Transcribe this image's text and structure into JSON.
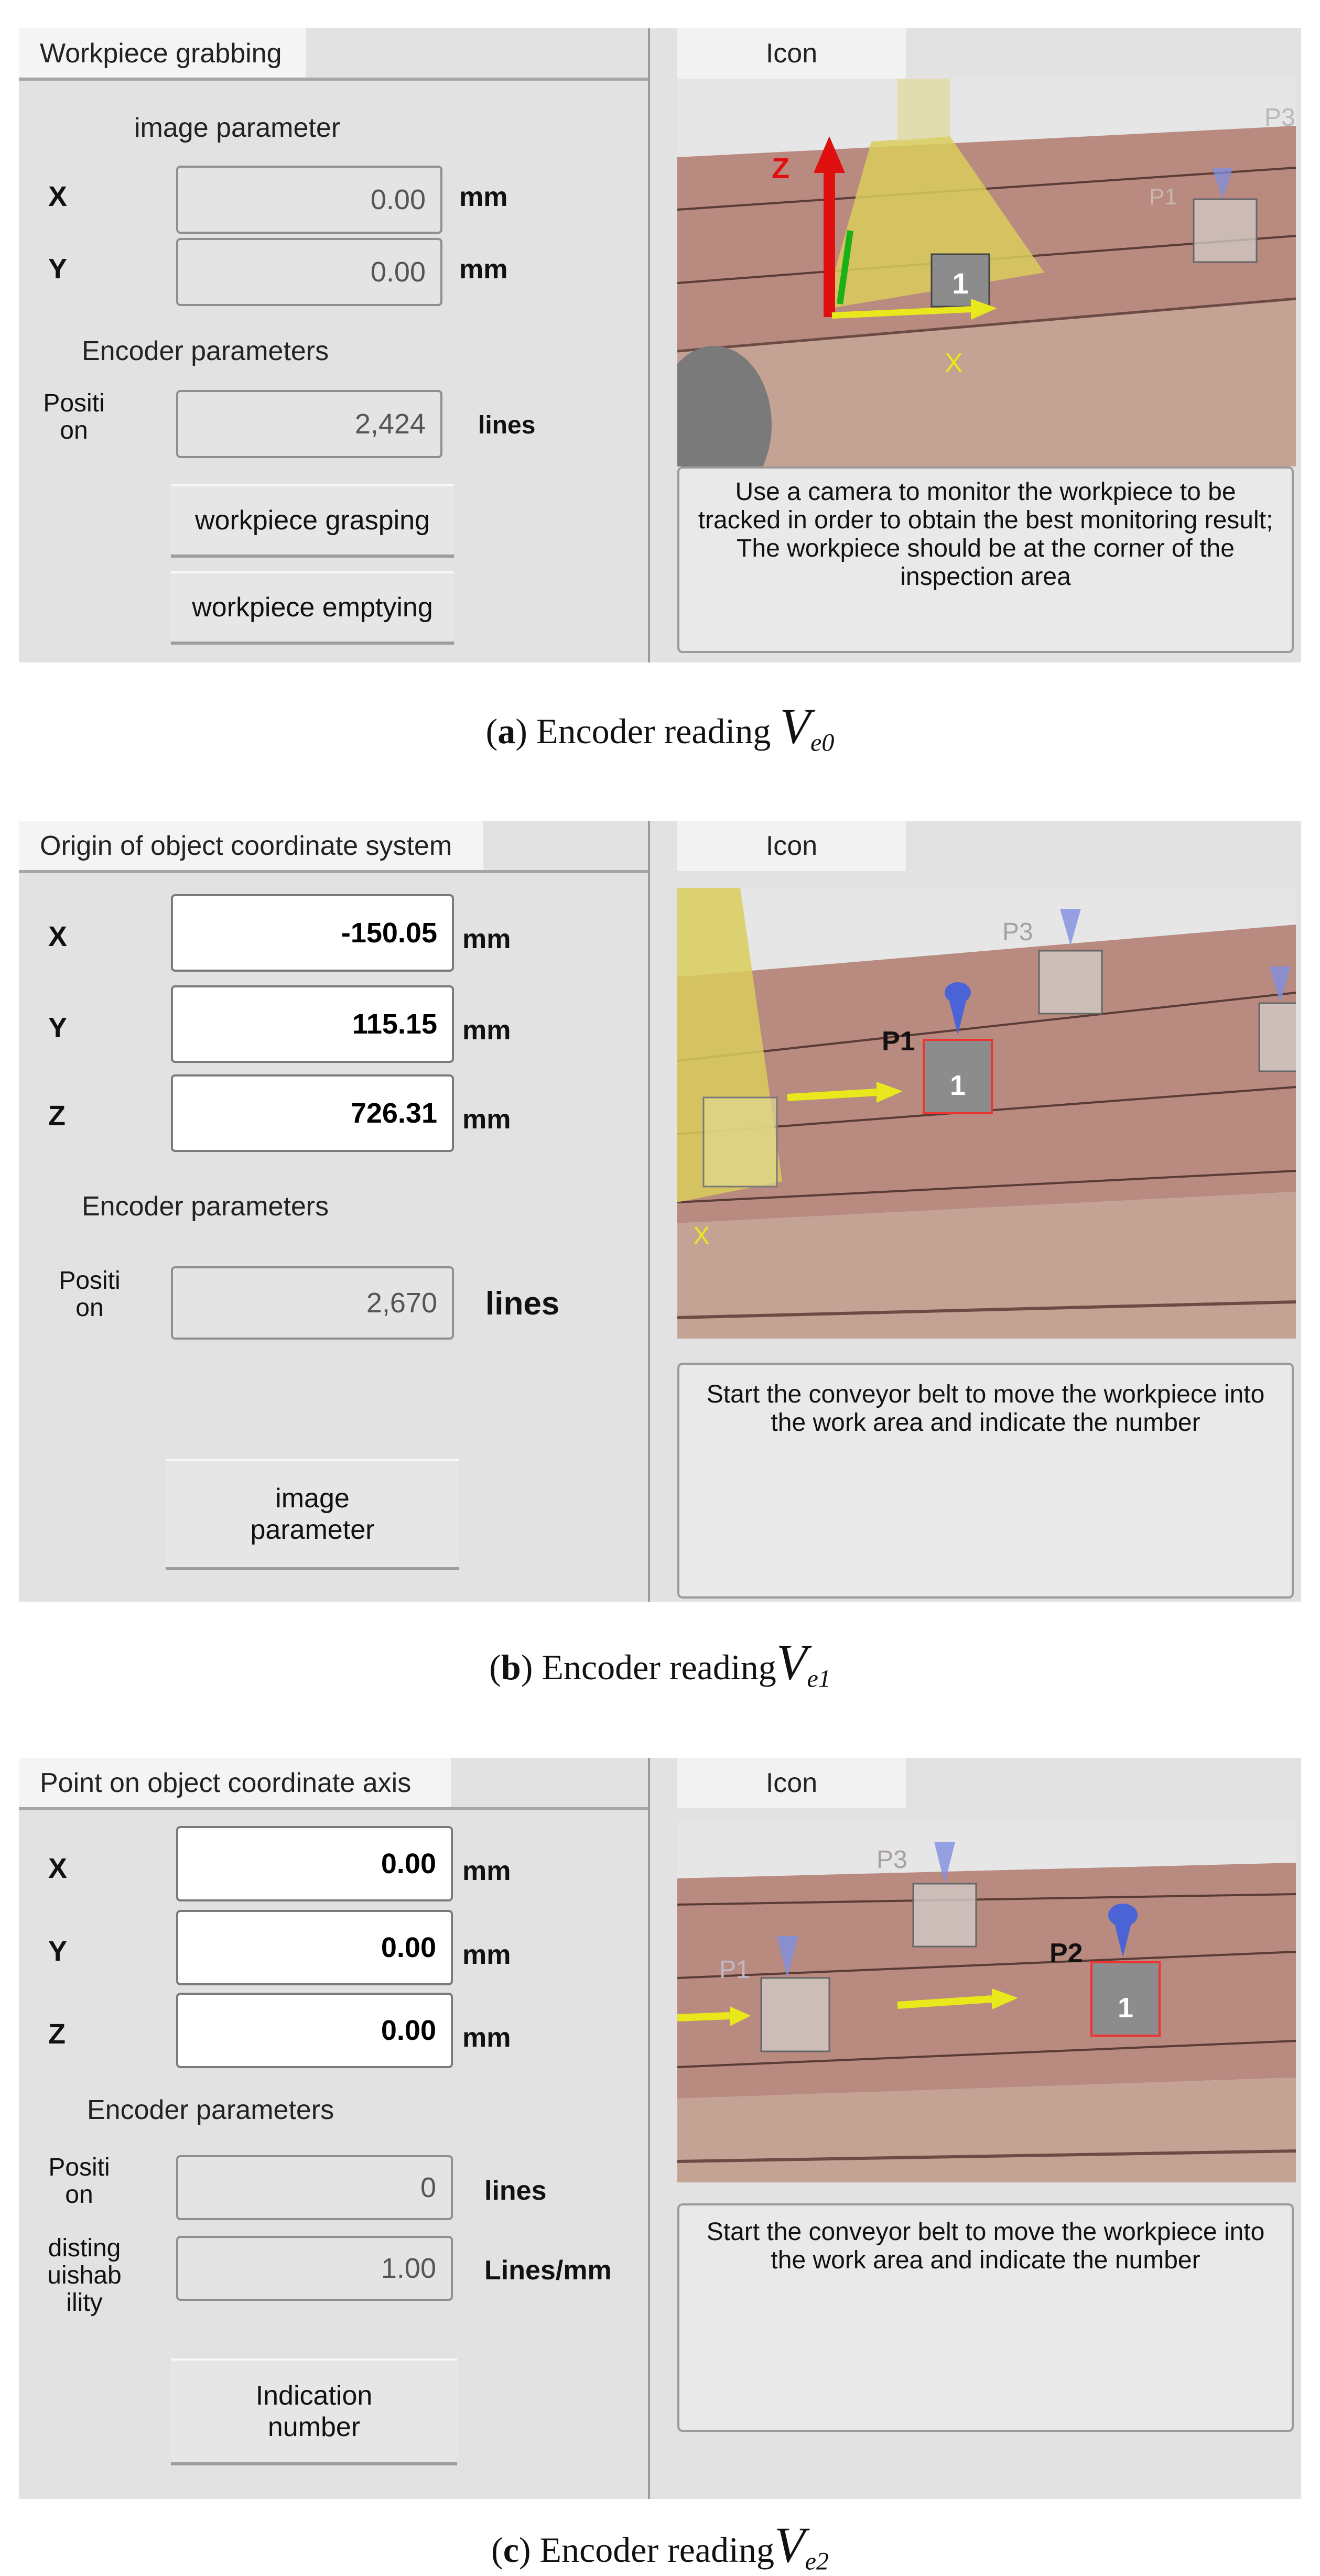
{
  "panels": [
    {
      "tab_title": "Workpiece grabbing",
      "icon_tab": "Icon",
      "section1": "image parameter",
      "rows": [
        {
          "label": "X",
          "value": "0.00",
          "unit": "mm"
        },
        {
          "label": "Y",
          "value": "0.00",
          "unit": "mm"
        }
      ],
      "section2": "Encoder parameters",
      "position_label": "Positi on",
      "position_value": "2,424",
      "position_unit": "lines",
      "buttons": [
        "workpiece grasping",
        "workpiece emptying"
      ],
      "message": "Use a camera to monitor the workpiece to be tracked in order to obtain the best monitoring result; The workpiece should be at the corner of the inspection area",
      "scene_labels": {
        "z": "Z",
        "x": "X",
        "p3": "P3",
        "p1": "P1",
        "box": "1"
      }
    },
    {
      "tab_title": "Origin of object coordinate system",
      "icon_tab": "Icon",
      "rows": [
        {
          "label": "X",
          "value": "-150.05",
          "unit": "mm"
        },
        {
          "label": "Y",
          "value": "115.15",
          "unit": "mm"
        },
        {
          "label": "Z",
          "value": "726.31",
          "unit": "mm"
        }
      ],
      "section2": "Encoder parameters",
      "position_label": "Positi on",
      "position_value": "2,670",
      "position_unit": "lines",
      "buttons": [
        "image parameter"
      ],
      "message": "Start the conveyor belt to move the workpiece into the work area and indicate the number",
      "scene_labels": {
        "p3": "P3",
        "p1": "P1",
        "x": "X",
        "box": "1"
      }
    },
    {
      "tab_title": "Point on object coordinate axis",
      "icon_tab": "Icon",
      "rows": [
        {
          "label": "X",
          "value": "0.00",
          "unit": "mm"
        },
        {
          "label": "Y",
          "value": "0.00",
          "unit": "mm"
        },
        {
          "label": "Z",
          "value": "0.00",
          "unit": "mm"
        }
      ],
      "section2": "Encoder parameters",
      "position_label": "Positi on",
      "position_value": "0",
      "position_unit": "lines",
      "dist_label": "disting uishab ility",
      "dist_value": "1.00",
      "dist_unit": "Lines/mm",
      "buttons": [
        "Indication number"
      ],
      "message": "Start the conveyor belt to move the workpiece into the work area and indicate the number",
      "scene_labels": {
        "p3": "P3",
        "p1": "P1",
        "p2": "P2",
        "box": "1"
      }
    }
  ],
  "captions": [
    {
      "letter": "a",
      "text": "Encoder reading",
      "var": "V",
      "sub": "e0"
    },
    {
      "letter": "b",
      "text": "Encoder reading",
      "var": "V",
      "sub": "e1"
    },
    {
      "letter": "c",
      "text": "Encoder reading",
      "var": "V",
      "sub": "e2"
    }
  ],
  "colors": {
    "belt": "#b88a80",
    "belt_dark": "#9c6f66",
    "belt_front": "#c4a394",
    "cone": "#d9cd5c",
    "arrow": "#e8e81c",
    "blue_tool": "#7f8fe0",
    "red_axis": "#e11010",
    "green_axis": "#19b019"
  }
}
